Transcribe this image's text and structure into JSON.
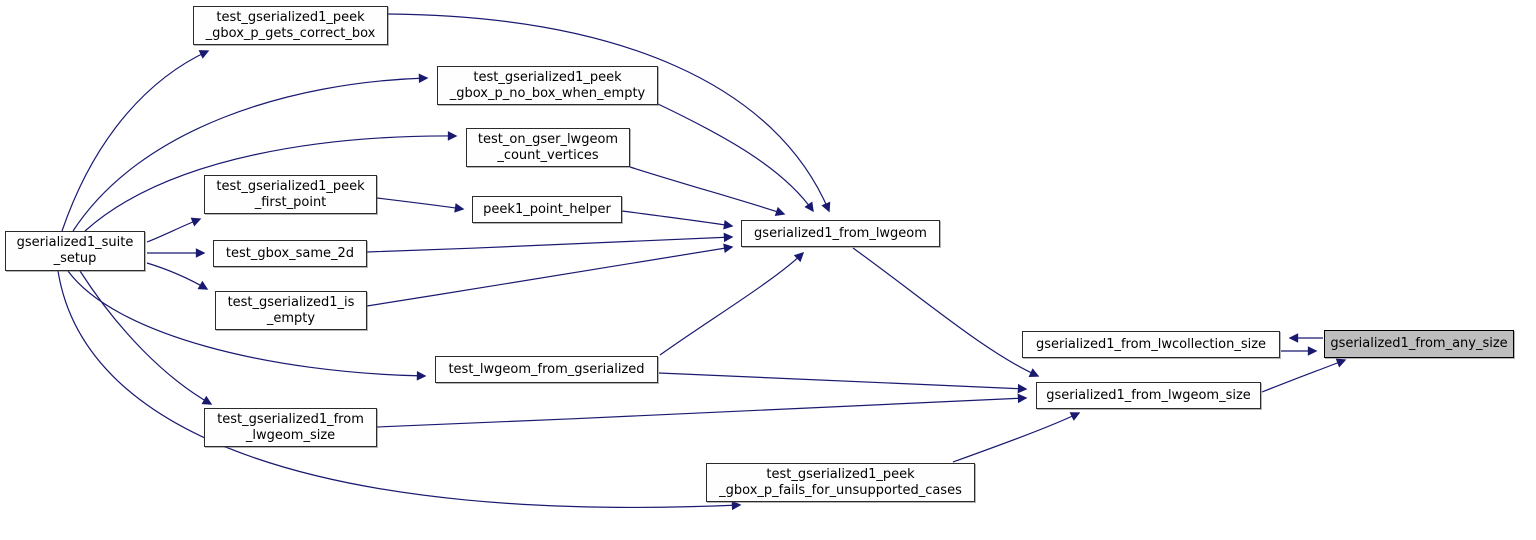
{
  "diagram": {
    "kind": "call-graph",
    "colors": {
      "edge": "#191970",
      "node_fill": "#fefefe",
      "node_border": "#2b2b2b",
      "highlight_fill": "#bebebe",
      "text": "#000000",
      "background": "#ffffff"
    },
    "nodes": [
      {
        "id": "gserialized1_suite_setup",
        "lines": [
          "gserialized1_suite",
          "_setup"
        ],
        "highlighted": false
      },
      {
        "id": "test_gserialized1_peek_gbox_p_gets_correct_box",
        "lines": [
          "test_gserialized1_peek",
          "_gbox_p_gets_correct_box"
        ],
        "highlighted": false
      },
      {
        "id": "test_gserialized1_peek_gbox_p_no_box_when_empty",
        "lines": [
          "test_gserialized1_peek",
          "_gbox_p_no_box_when_empty"
        ],
        "highlighted": false
      },
      {
        "id": "test_on_gser_lwgeom_count_vertices",
        "lines": [
          "test_on_gser_lwgeom",
          "_count_vertices"
        ],
        "highlighted": false
      },
      {
        "id": "test_gserialized1_peek_first_point",
        "lines": [
          "test_gserialized1_peek",
          "_first_point"
        ],
        "highlighted": false
      },
      {
        "id": "peek1_point_helper",
        "lines": [
          "peek1_point_helper"
        ],
        "highlighted": false
      },
      {
        "id": "test_gbox_same_2d",
        "lines": [
          "test_gbox_same_2d"
        ],
        "highlighted": false
      },
      {
        "id": "gserialized1_from_lwgeom",
        "lines": [
          "gserialized1_from_lwgeom"
        ],
        "highlighted": false
      },
      {
        "id": "test_gserialized1_is_empty",
        "lines": [
          "test_gserialized1_is",
          "_empty"
        ],
        "highlighted": false
      },
      {
        "id": "test_lwgeom_from_gserialized",
        "lines": [
          "test_lwgeom_from_gserialized"
        ],
        "highlighted": false
      },
      {
        "id": "test_gserialized1_from_lwgeom_size",
        "lines": [
          "test_gserialized1_from",
          "_lwgeom_size"
        ],
        "highlighted": false
      },
      {
        "id": "test_gserialized1_peek_gbox_p_fails_for_unsupported_cases",
        "lines": [
          "test_gserialized1_peek",
          "_gbox_p_fails_for_unsupported_cases"
        ],
        "highlighted": false
      },
      {
        "id": "gserialized1_from_lwcollection_size",
        "lines": [
          "gserialized1_from_lwcollection_size"
        ],
        "highlighted": false
      },
      {
        "id": "gserialized1_from_lwgeom_size",
        "lines": [
          "gserialized1_from_lwgeom_size"
        ],
        "highlighted": false
      },
      {
        "id": "gserialized1_from_any_size",
        "lines": [
          "gserialized1_from_any_size"
        ],
        "highlighted": true
      }
    ],
    "edges": [
      {
        "from": "gserialized1_suite_setup",
        "to": "test_gserialized1_peek_gbox_p_gets_correct_box"
      },
      {
        "from": "gserialized1_suite_setup",
        "to": "test_gserialized1_peek_gbox_p_no_box_when_empty"
      },
      {
        "from": "gserialized1_suite_setup",
        "to": "test_on_gser_lwgeom_count_vertices"
      },
      {
        "from": "gserialized1_suite_setup",
        "to": "test_gserialized1_peek_first_point"
      },
      {
        "from": "gserialized1_suite_setup",
        "to": "test_gbox_same_2d"
      },
      {
        "from": "gserialized1_suite_setup",
        "to": "test_gserialized1_is_empty"
      },
      {
        "from": "gserialized1_suite_setup",
        "to": "test_lwgeom_from_gserialized"
      },
      {
        "from": "gserialized1_suite_setup",
        "to": "test_gserialized1_from_lwgeom_size"
      },
      {
        "from": "gserialized1_suite_setup",
        "to": "test_gserialized1_peek_gbox_p_fails_for_unsupported_cases"
      },
      {
        "from": "test_gserialized1_peek_gbox_p_gets_correct_box",
        "to": "gserialized1_from_lwgeom"
      },
      {
        "from": "test_gserialized1_peek_gbox_p_no_box_when_empty",
        "to": "gserialized1_from_lwgeom"
      },
      {
        "from": "test_on_gser_lwgeom_count_vertices",
        "to": "gserialized1_from_lwgeom"
      },
      {
        "from": "test_gserialized1_peek_first_point",
        "to": "peek1_point_helper"
      },
      {
        "from": "peek1_point_helper",
        "to": "gserialized1_from_lwgeom"
      },
      {
        "from": "test_gbox_same_2d",
        "to": "gserialized1_from_lwgeom"
      },
      {
        "from": "test_gserialized1_is_empty",
        "to": "gserialized1_from_lwgeom"
      },
      {
        "from": "test_lwgeom_from_gserialized",
        "to": "gserialized1_from_lwgeom"
      },
      {
        "from": "gserialized1_from_lwgeom",
        "to": "gserialized1_from_lwgeom_size"
      },
      {
        "from": "test_lwgeom_from_gserialized",
        "to": "gserialized1_from_lwgeom_size"
      },
      {
        "from": "test_gserialized1_from_lwgeom_size",
        "to": "gserialized1_from_lwgeom_size"
      },
      {
        "from": "test_gserialized1_peek_gbox_p_fails_for_unsupported_cases",
        "to": "gserialized1_from_lwgeom_size"
      },
      {
        "from": "gserialized1_from_any_size",
        "to": "gserialized1_from_lwcollection_size"
      },
      {
        "from": "gserialized1_from_lwcollection_size",
        "to": "gserialized1_from_any_size"
      },
      {
        "from": "gserialized1_from_lwgeom_size",
        "to": "gserialized1_from_any_size"
      }
    ]
  }
}
